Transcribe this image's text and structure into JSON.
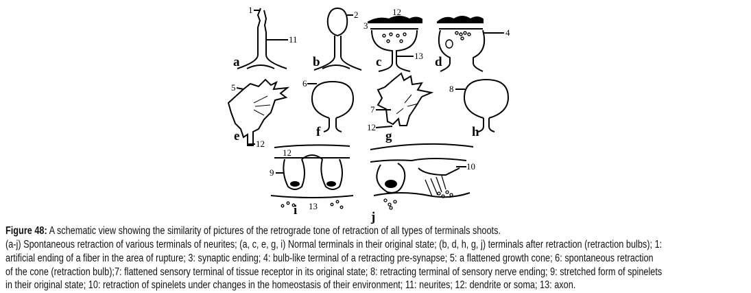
{
  "figure": {
    "panel_labels": [
      "a",
      "b",
      "c",
      "d",
      "e",
      "f",
      "g",
      "h",
      "i",
      "j"
    ],
    "number_labels": {
      "n1": "1",
      "n11": "11",
      "n2": "2",
      "n12a": "12",
      "n3": "3",
      "n13a": "13",
      "n4": "4",
      "n5": "5",
      "n6": "6",
      "n7": "7",
      "n12b": "12",
      "n8": "8",
      "n12c": "12",
      "n12d": "12",
      "n9": "9",
      "n13b": "13",
      "n10": "10"
    }
  },
  "caption": {
    "title_label": "Figure 48:",
    "title_text": " A schematic view showing the similarity of pictures of the retrograde tone of retraction of all types of terminals shoots.",
    "lines": [
      "(a-j) Spontaneous retraction of various terminals of neurites; (a, c, e, g, i) Normal terminals in their original state; (b, d, h, g, j) terminals after retraction (retraction bulbs); 1:",
      "artificial ending of a fiber in the area of rupture; 3: synaptic ending; 4: bulb-like terminal of a retracting pre-synapse; 5: a flattened growth cone; 6: spontaneous retraction",
      "of the cone (retraction bulb);7: flattened sensory terminal of tissue receptor in its original state; 8: retracting terminal of sensory nerve ending; 9: stretched form of spinelets",
      "in their original state; 10: retraction of spinelets under changes in the homeostasis of their environment; 11: neurites; 12: dendrite or soma; 13: axon."
    ]
  }
}
